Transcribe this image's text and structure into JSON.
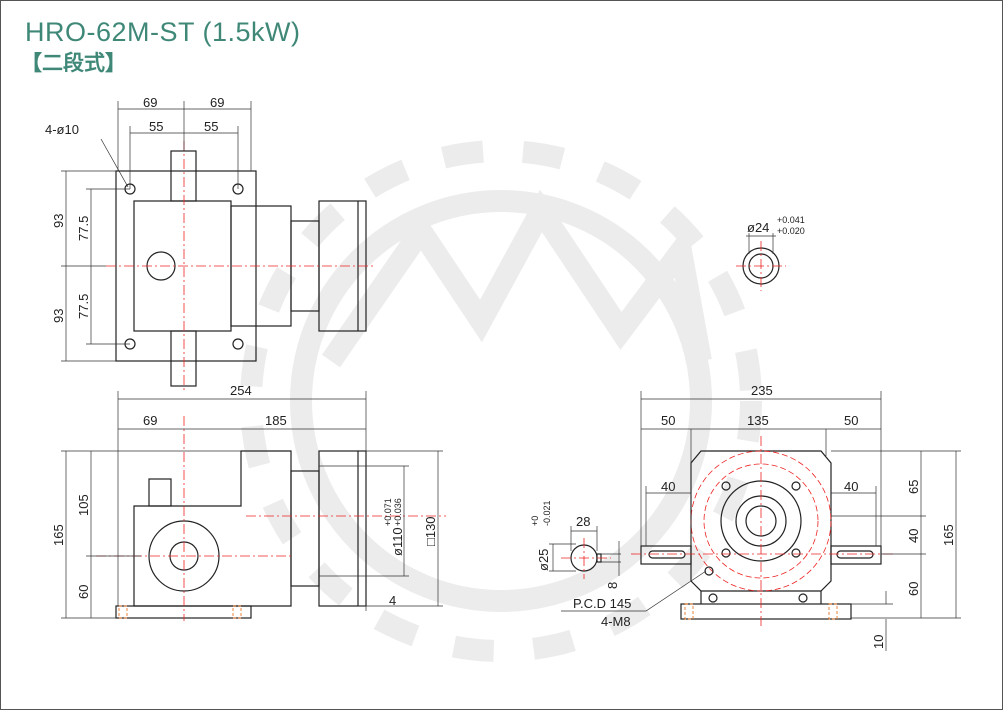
{
  "title": "HRO-62M-ST (1.5kW)",
  "subtitle": "【二段式】",
  "colors": {
    "title": "#3f8878",
    "centerline": "#e22222",
    "outline": "#222222",
    "watermark": "#ececec"
  },
  "top_view": {
    "hole_callout": "4-ø10",
    "dim_69_left": "69",
    "dim_69_right": "69",
    "dim_55_left": "55",
    "dim_55_right": "55",
    "dim_93_top": "93",
    "dim_93_bottom": "93",
    "dim_77_5_top": "77.5",
    "dim_77_5_bottom": "77.5"
  },
  "shaft_end": {
    "diameter": "ø24",
    "tol_upper": "+0.041",
    "tol_lower": "+0.020"
  },
  "front_view": {
    "dim_254": "254",
    "dim_69": "69",
    "dim_185": "185",
    "dim_165": "165",
    "dim_105": "105",
    "dim_60": "60",
    "dim_110": "ø110",
    "tol_110_upper": "+0.071",
    "tol_110_lower": "+0.036",
    "dim_130": "□130",
    "dim_4": "4"
  },
  "shaft_detail": {
    "dim_28": "28",
    "dim_25": "ø25",
    "tol_upper": "+0",
    "tol_lower": "-0.021",
    "dim_8": "8"
  },
  "side_view": {
    "dim_235": "235",
    "dim_50_left": "50",
    "dim_135": "135",
    "dim_50_right": "50",
    "dim_40_left": "40",
    "dim_40_right": "40",
    "dim_65": "65",
    "dim_40_v": "40",
    "dim_60": "60",
    "dim_165": "165",
    "dim_10": "10",
    "pcd": "P.C.D 145",
    "thread": "4-M8"
  }
}
